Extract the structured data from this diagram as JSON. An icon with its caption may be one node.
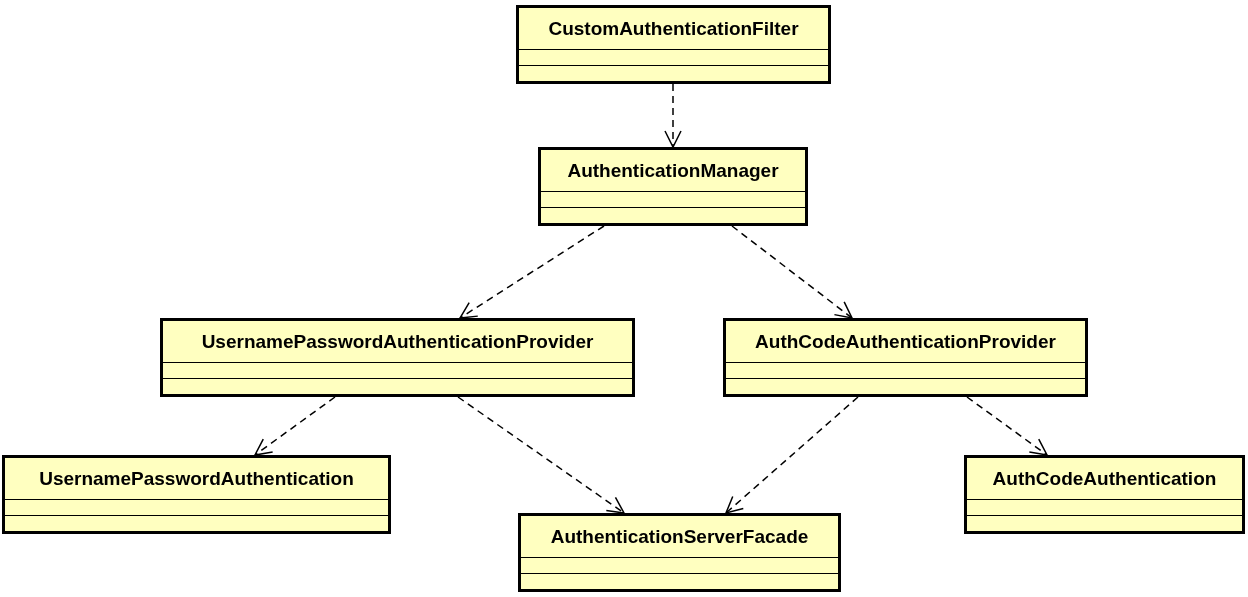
{
  "diagram": {
    "nodes": [
      {
        "text": [
          "CustomAuthenticationFilter"
        ]
      },
      {
        "text": [
          "AuthenticationManager"
        ]
      },
      {
        "text": [
          "UsernamePasswordAuthenticationProvider"
        ]
      },
      {
        "text": [
          "AuthCodeAuthenticationProvider"
        ]
      },
      {
        "text": [
          "UsernamePasswordAuthentication"
        ]
      },
      {
        "text": [
          "AuthenticationServerFacade"
        ]
      },
      {
        "text": [
          "AuthCodeAuthentication"
        ]
      }
    ],
    "edges": [
      {
        "from": 0,
        "to": 1,
        "arrow": "to"
      },
      {
        "from": 1,
        "to": 2,
        "arrow": "to"
      },
      {
        "from": 1,
        "to": 3,
        "arrow": "to"
      },
      {
        "from": 2,
        "to": 4,
        "arrow": "to"
      },
      {
        "from": 2,
        "to": 5,
        "arrow": "to"
      },
      {
        "from": 3,
        "to": 5,
        "arrow": "to"
      },
      {
        "from": 3,
        "to": 6,
        "arrow": "to"
      }
    ]
  }
}
